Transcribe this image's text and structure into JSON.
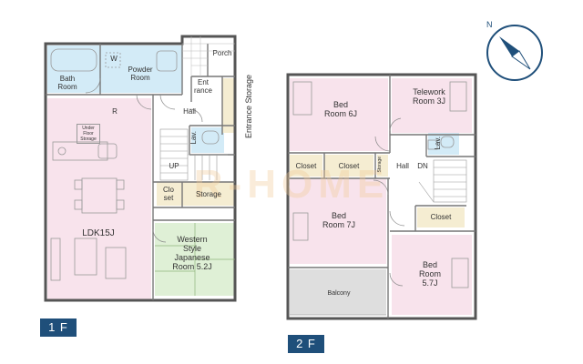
{
  "first_floor": {
    "badge": "1 F",
    "rooms": {
      "bath": "Bath Room",
      "w": "W",
      "powder": "Powder Room",
      "porch": "Porch",
      "entrance": "Ent rance",
      "hall": "Hall",
      "r": "R",
      "under_floor": "Under Floor Storage",
      "lav": "Lav.",
      "up": "UP",
      "closet": "Clo set",
      "storage": "Storage",
      "ldk": "LDK15J",
      "japanese": "Western Style Japanese Room 5.2J"
    },
    "entrance_storage": "Entrance Storage"
  },
  "second_floor": {
    "badge": "2 F",
    "rooms": {
      "bed1": "Bed Room 6J",
      "telework": "Telework Room 3J",
      "closet1": "Closet",
      "closet2": "Closet",
      "storage": "Storage",
      "hall": "Hall",
      "dn": "DN",
      "lav": "Lav.",
      "closet3": "Closet",
      "bed2": "Bed Room 7J",
      "bed3": "Bed Room 5.7J",
      "balcony": "Balcony"
    }
  },
  "watermark": "R-HOME",
  "compass": {
    "label": "N",
    "icon": "compass-icon"
  },
  "colors": {
    "wall": "#555555",
    "pink": "#f8e3ec",
    "blue": "#d3ebf7",
    "green": "#dff0d6",
    "beige": "#f5edd2",
    "balcony": "#dedede",
    "badge": "#1f4f7a"
  }
}
